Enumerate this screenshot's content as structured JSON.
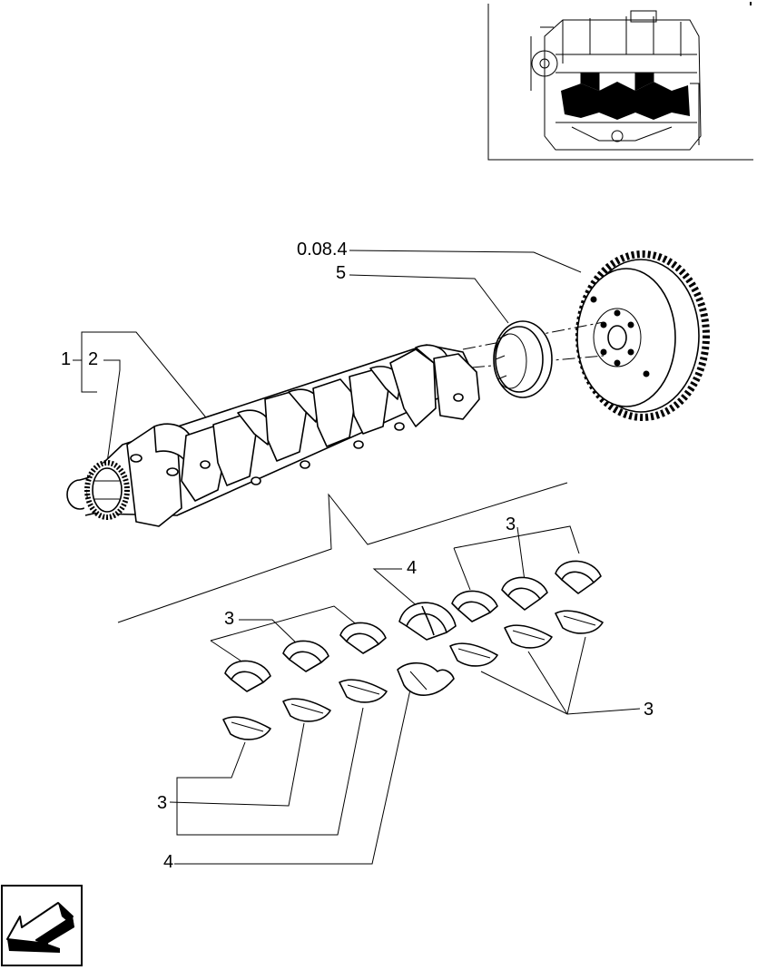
{
  "labels": {
    "flywheel_ref": "0.08.4",
    "seal": "5",
    "crankshaft": "1",
    "gear": "2",
    "thrust_upper": "4",
    "thrust_lower": "4",
    "bearings_upper_right": "3",
    "bearings_upper_left": "3",
    "bearings_lower_right": "3",
    "bearings_lower_left": "3"
  },
  "icons": {
    "engine_thumbnail": "engine-locator-icon",
    "navigation": "back-arrow-icon"
  },
  "colors": {
    "ink": "#000000",
    "paper": "#ffffff"
  }
}
